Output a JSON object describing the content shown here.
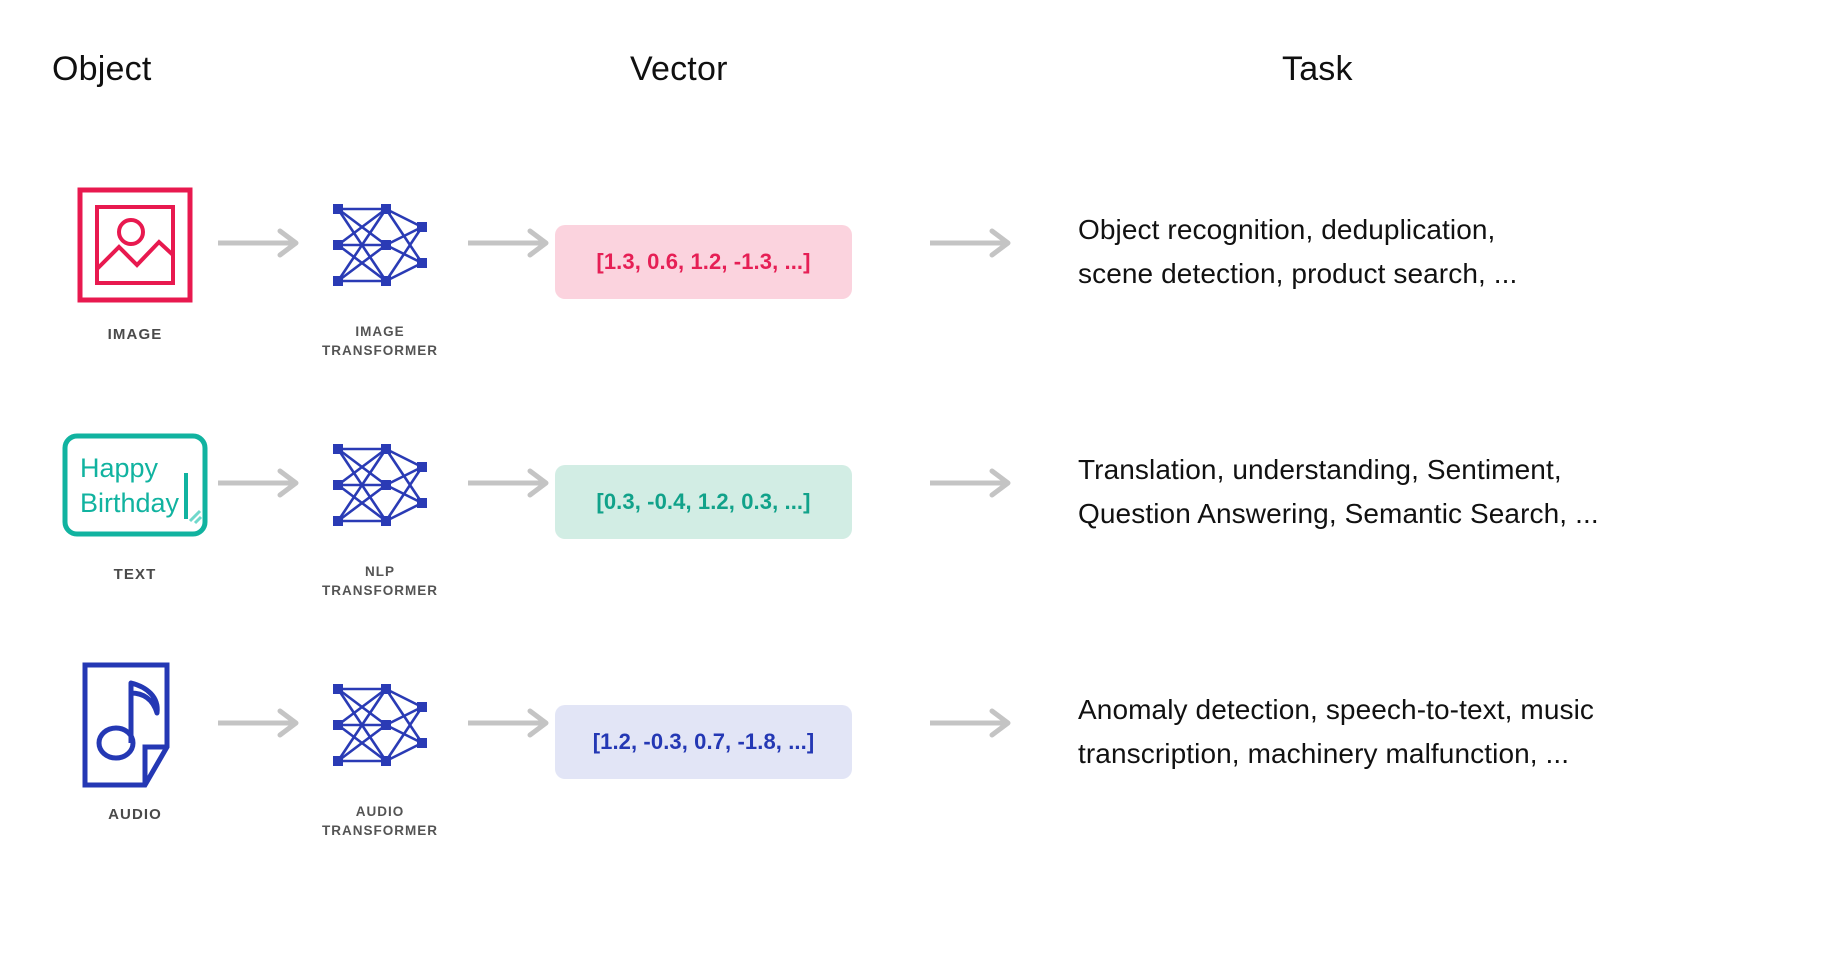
{
  "headers": {
    "object": "Object",
    "vector": "Vector",
    "task": "Task"
  },
  "colors": {
    "image_pink": "#e8194f",
    "image_chip_bg": "#fbd3de",
    "text_teal": "#11b3a0",
    "text_chip_bg": "#d2ede4",
    "audio_blue": "#2438b4",
    "audio_chip_bg": "#e2e5f6",
    "network_blue": "#2a3bb5",
    "arrow_gray": "#c4c4c4",
    "label_gray": "#4a4a4a",
    "body_text": "#111111"
  },
  "rows": [
    {
      "object_icon": "image-placeholder-icon",
      "object_label": "IMAGE",
      "transformer_icon": "neural-network-icon",
      "transformer_label_line1": "IMAGE",
      "transformer_label_line2": "TRANSFORMER",
      "vector": "[1.3, 0.6, 1.2, -1.3, ...]",
      "task_line1": "Object recognition, deduplication,",
      "task_line2": "scene detection, product search, ..."
    },
    {
      "object_icon": "text-box-icon",
      "object_sample_line1": "Happy",
      "object_sample_line2": "Birthday",
      "object_label": "TEXT",
      "transformer_icon": "neural-network-icon",
      "transformer_label_line1": "NLP",
      "transformer_label_line2": "TRANSFORMER",
      "vector": "[0.3, -0.4, 1.2, 0.3, ...]",
      "task_line1": "Translation, understanding, Sentiment,",
      "task_line2": "Question Answering, Semantic Search, ..."
    },
    {
      "object_icon": "audio-document-note-icon",
      "object_label": "AUDIO",
      "transformer_icon": "neural-network-icon",
      "transformer_label_line1": "AUDIO",
      "transformer_label_line2": "TRANSFORMER",
      "vector": "[1.2, -0.3, 0.7, -1.8, ...]",
      "task_line1": "Anomaly detection, speech-to-text, music",
      "task_line2": "transcription, machinery malfunction, ..."
    }
  ]
}
